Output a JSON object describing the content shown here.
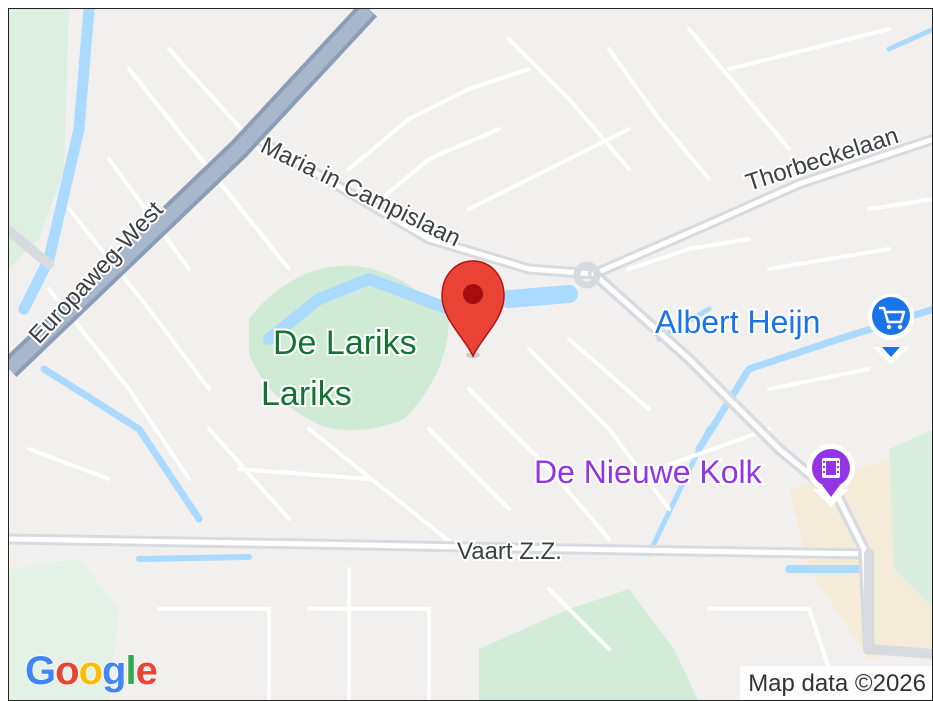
{
  "map": {
    "roads": {
      "maria_in_campislaan": "Maria in Campislaan",
      "europaweg_west": "Europaweg-West",
      "thorbeckelaan": "Thorbeckelaan",
      "vaart_zz": "Vaart Z.Z."
    },
    "parks": {
      "de_lariks": "De Lariks",
      "lariks": "Lariks"
    },
    "places": {
      "albert_heijn": {
        "name": "Albert Heijn",
        "icon": "shopping-cart-icon",
        "color": "#1a73e8"
      },
      "de_nieuwe_kolk": {
        "name": "De Nieuwe Kolk",
        "icon": "film-icon",
        "color": "#9334e6"
      }
    },
    "marker": {
      "icon": "location-pin-icon",
      "color": "#ea4335"
    },
    "logo": "Google",
    "attribution": "Map data ©2026"
  }
}
